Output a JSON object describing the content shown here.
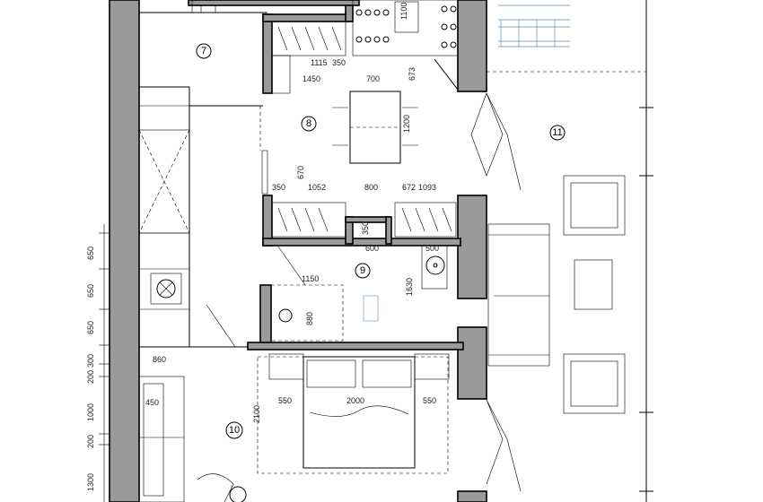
{
  "rooms": [
    {
      "id": "r7",
      "label": "7"
    },
    {
      "id": "r8",
      "label": "8"
    },
    {
      "id": "r9",
      "label": "9"
    },
    {
      "id": "r10",
      "label": "10"
    },
    {
      "id": "r11",
      "label": "11"
    }
  ],
  "dimensions": {
    "d1100": "1100",
    "d1115": "1115",
    "d350a": "350",
    "d1450": "1450",
    "d700": "700",
    "d673": "673",
    "d1200": "1200",
    "d670": "670",
    "d350b": "350",
    "d1052": "1052",
    "d800": "800",
    "d672": "672",
    "d1093": "1093",
    "d350c": "350",
    "d600": "600",
    "d500": "500",
    "d1150": "1150",
    "d1630": "1630",
    "d880": "880",
    "d650a": "650",
    "d650b": "650",
    "d650c": "650",
    "d300": "300",
    "d200a": "200",
    "d1000": "1000",
    "d200b": "200",
    "d1300": "1300",
    "d860": "860",
    "d450": "450",
    "d550a": "550",
    "d2000": "2000",
    "d550b": "550",
    "d2100": "2100"
  }
}
